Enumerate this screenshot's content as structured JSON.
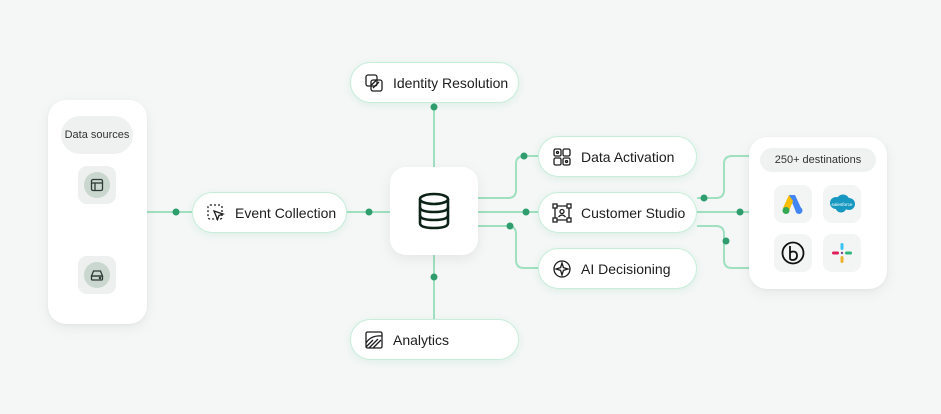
{
  "data_sources": {
    "title": "Data sources",
    "items": [
      {
        "icon": "layout-icon"
      },
      {
        "icon": "storage-drive-icon"
      }
    ]
  },
  "center_hub": {
    "icon": "database-icon"
  },
  "nodes": {
    "identity_resolution": {
      "label": "Identity Resolution",
      "icon": "identity-resolution-icon"
    },
    "event_collection": {
      "label": "Event Collection",
      "icon": "event-collection-icon"
    },
    "analytics": {
      "label": "Analytics",
      "icon": "analytics-icon"
    },
    "data_activation": {
      "label": "Data Activation",
      "icon": "data-activation-icon"
    },
    "customer_studio": {
      "label": "Customer Studio",
      "icon": "customer-studio-icon"
    },
    "ai_decisioning": {
      "label": "AI Decisioning",
      "icon": "ai-decisioning-icon"
    }
  },
  "destinations": {
    "title": "250+ destinations",
    "items": [
      {
        "icon": "google-ads-icon"
      },
      {
        "icon": "salesforce-icon",
        "label": "salesforce"
      },
      {
        "icon": "braze-icon"
      },
      {
        "icon": "slack-icon"
      }
    ]
  },
  "colors": {
    "connector": "#9fe0c0",
    "dot": "#2f9d6d",
    "pill_border": "#c8eedb"
  }
}
